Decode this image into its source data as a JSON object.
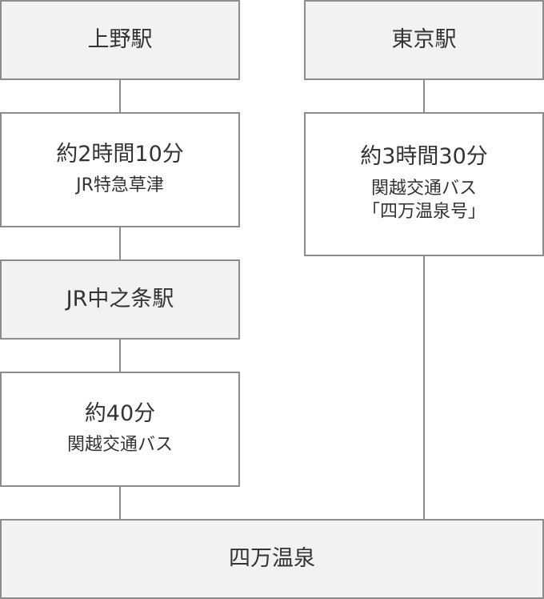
{
  "left_route": {
    "start_station": "上野駅",
    "leg1": {
      "time": "約2時間10分",
      "means": "JR特急草津"
    },
    "transfer_station": "JR中之条駅",
    "leg2": {
      "time": "約40分",
      "means": "関越交通バス"
    }
  },
  "right_route": {
    "start_station": "東京駅",
    "leg1": {
      "time": "約3時間30分",
      "means_line1": "関越交通バス",
      "means_line2": "「四万温泉号」"
    }
  },
  "destination": "四万温泉",
  "colors": {
    "station_fill": "#f2f2f2",
    "border": "#8c8c8c",
    "text": "#333333"
  }
}
